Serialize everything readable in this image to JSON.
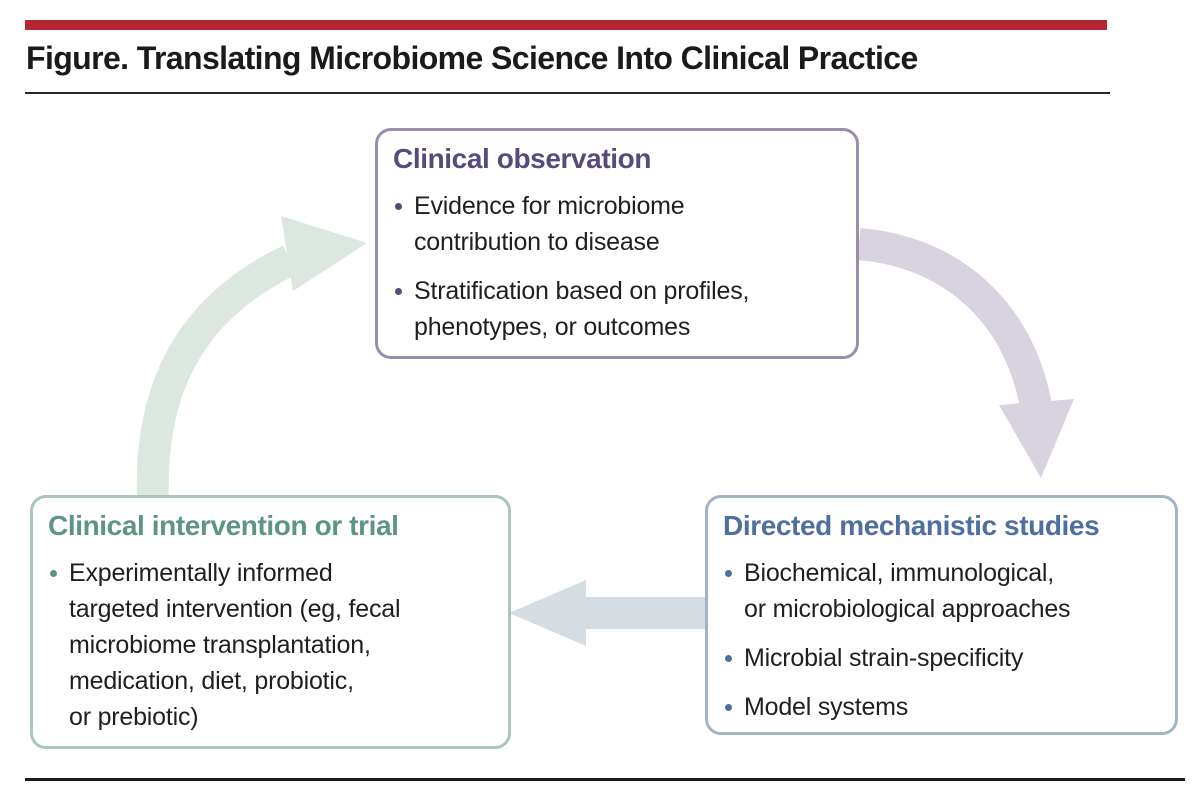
{
  "figure": {
    "title": "Figure. Translating Microbiome Science Into Clinical Practice"
  },
  "colors": {
    "red_bar": "#b52532",
    "title_text": "#1a1a1a",
    "body_text": "#1f1f1f",
    "purple": "#584a7d",
    "purple_border": "#9b8dac",
    "purple_arrow": "#d9d3e0",
    "blue": "#4e6fa0",
    "blue_border": "#a3b4c6",
    "blue_arrow": "#d5dce2",
    "green": "#5e9488",
    "green_border": "#abc6bb",
    "green_arrow": "#dbe7df"
  },
  "diagram": {
    "boxes": [
      {
        "id": "clinical-observation",
        "title": "Clinical observation",
        "theme": "purple",
        "bullets": [
          "Evidence for microbiome\ncontribution to disease",
          "Stratification based on profiles,\nphenotypes, or outcomes"
        ]
      },
      {
        "id": "directed-mechanistic-studies",
        "title": "Directed mechanistic studies",
        "theme": "blue",
        "bullets": [
          "Biochemical, immunological,\nor microbiological approaches",
          "Microbial strain-specificity",
          "Model systems"
        ]
      },
      {
        "id": "clinical-intervention-or-trial",
        "title": "Clinical intervention or trial",
        "theme": "green",
        "bullets": [
          "Experimentally informed\ntargeted intervention (eg, fecal\nmicrobiome transplantation,\nmedication, diet, probiotic,\nor prebiotic)"
        ]
      }
    ],
    "arrows": [
      {
        "from": "clinical-observation",
        "to": "directed-mechanistic-studies",
        "shape": "curved",
        "color": "#d9d3e0"
      },
      {
        "from": "directed-mechanistic-studies",
        "to": "clinical-intervention-or-trial",
        "shape": "straight",
        "color": "#d5dce2"
      },
      {
        "from": "clinical-intervention-or-trial",
        "to": "clinical-observation",
        "shape": "curved",
        "color": "#dbe7df"
      }
    ]
  }
}
